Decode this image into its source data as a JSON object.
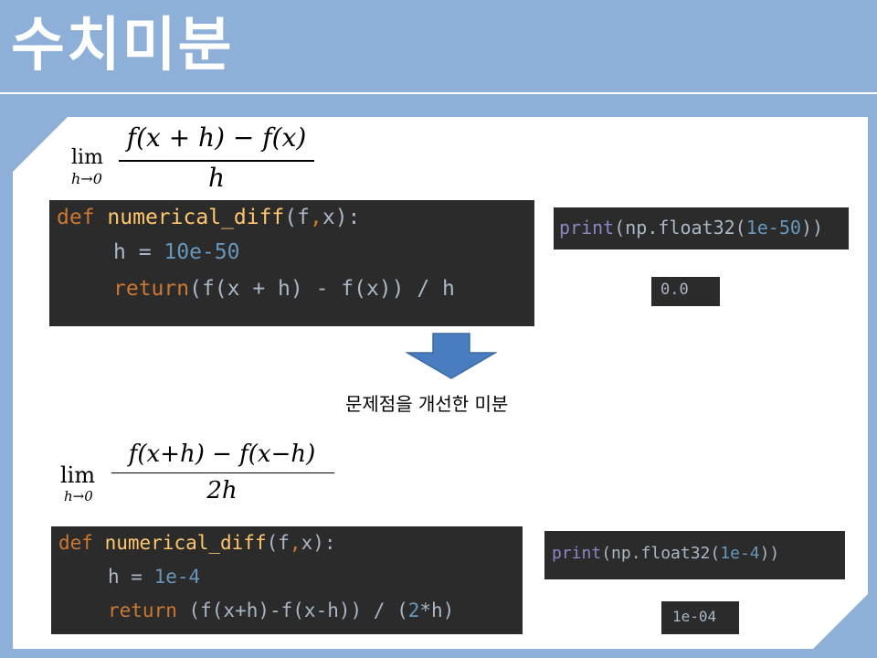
{
  "slide": {
    "title": "수치미분",
    "caption": "문제점을 개선한 미분"
  },
  "formula1": {
    "lim": "lim",
    "sub": "h→0",
    "numerator": "f(x + h) − f(x)",
    "denominator": "h"
  },
  "code1": {
    "l1_kw": "def",
    "l1_fn": "numerical_diff",
    "l1_rest_a": "(f",
    "l1_comma": ",",
    "l1_rest_b": "x):",
    "l2_a": "h = ",
    "l2_num": "10e-50",
    "l3_kw": "return",
    "l3_rest": "(f(x + h) - f(x)) / h"
  },
  "out1": {
    "print_kw": "print",
    "print_rest_a": "(np.float32(",
    "print_num": "1e-50",
    "print_rest_b": "))",
    "result": "0.0"
  },
  "formula2": {
    "lim": "lim",
    "sub": "h→0",
    "numerator": "f(x+h) − f(x−h)",
    "denominator": "2h"
  },
  "code2": {
    "l1_kw": "def",
    "l1_fn": "numerical_diff",
    "l1_rest_a": "(f",
    "l1_comma": ",",
    "l1_rest_b": "x):",
    "l2_a": "h = ",
    "l2_num": "1e-4",
    "l3_kw": "return",
    "l3_rest_a": " (f(x+h)-f(x-h)) / (",
    "l3_num": "2",
    "l3_rest_b": "*h)"
  },
  "out2": {
    "print_kw": "print",
    "print_rest_a": "(np.float32(",
    "print_num": "1e-4",
    "print_rest_b": "))",
    "result": "1e-04"
  },
  "colors": {
    "background": "#8eb0d8",
    "code_bg": "#2b2b2b",
    "keyword": "#cc7832",
    "function": "#ffc66d",
    "number": "#6897bb",
    "arrow": "#4a7cc0"
  }
}
